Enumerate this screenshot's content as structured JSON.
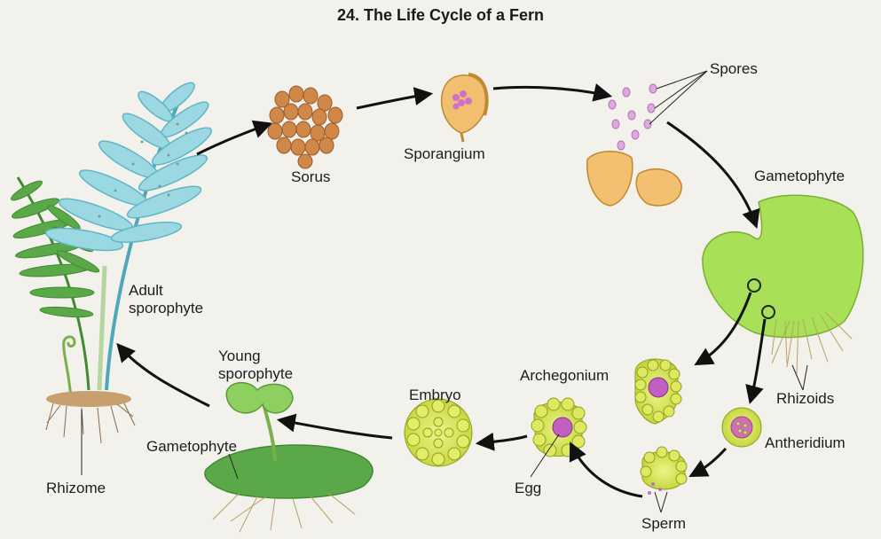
{
  "title": "24.  The Life Cycle of a Fern",
  "labels": {
    "sorus": "Sorus",
    "sporangium": "Sporangium",
    "spores": "Spores",
    "gametophyte_top": "Gametophyte",
    "adult_sporophyte": "Adult sporophyte",
    "archegonium": "Archegonium",
    "rhizoids": "Rhizoids",
    "antheridium": "Antheridium",
    "embryo": "Embryo",
    "egg": "Egg",
    "sperm": "Sperm",
    "young_sporophyte": "Young sporophyte",
    "gametophyte_bottom": "Gametophyte",
    "rhizome": "Rhizome"
  },
  "colors": {
    "background": "#f3f1ec",
    "frond_blue": "#8fd3df",
    "frond_green": "#4a9a3a",
    "sorus_brown": "#c8783e",
    "gametophyte_green": "#a8e05a",
    "cell_yellow": "#d9e85a",
    "egg_purple": "#b860b8",
    "arrow": "#111111"
  }
}
